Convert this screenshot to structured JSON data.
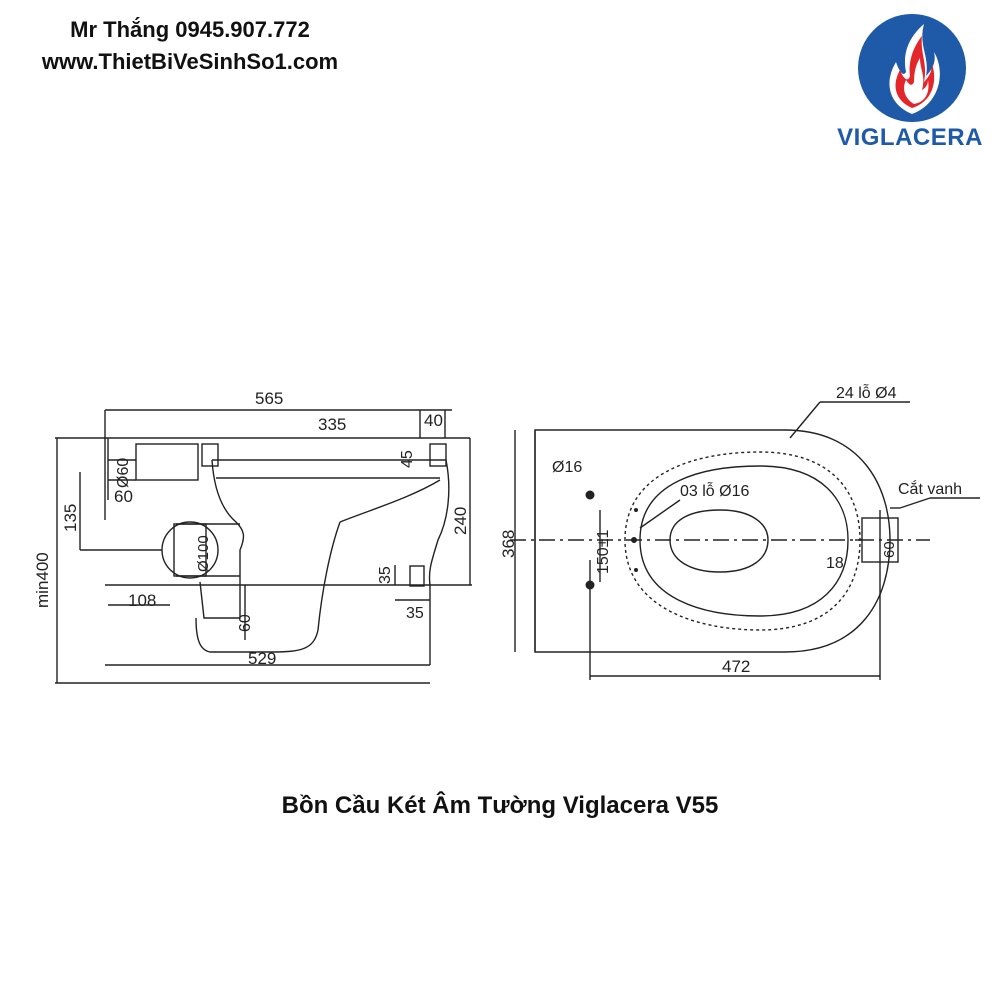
{
  "contact": {
    "name_phone": "Mr Thắng 0945.907.772",
    "website": "www.ThietBiVeSinhSo1.com"
  },
  "logo": {
    "text": "VIGLACERA",
    "icon": "flame-logo-icon",
    "colors": {
      "blue": "#1e5aa8",
      "red": "#e3262b"
    }
  },
  "drawing": {
    "side_view": {
      "overall_length": "565",
      "top_length": "335",
      "top_offset": "40",
      "bolt_height": "45",
      "height": "240",
      "min_height": "min400",
      "upper_offset": "135",
      "pipe_diameter_top": "Ø60",
      "pipe_offset": "60",
      "outlet_diameter": "Ø100",
      "outlet_offset": "108",
      "lower_pipe": "60",
      "base_length": "529",
      "low_bolt_height_a": "35",
      "low_bolt_height_b": "35"
    },
    "top_view": {
      "holes_rim": "24 lỗ Ø4",
      "hole_d16": "Ø16",
      "holes_3": "03 lỗ Ø16",
      "cut_rim": "Cắt vanh",
      "width": "368",
      "hole_spacing": "150±1",
      "length": "472",
      "inlet_offset": "18",
      "inlet_size": "60"
    }
  },
  "caption": "Bồn Cầu Két Âm Tường Viglacera V55"
}
